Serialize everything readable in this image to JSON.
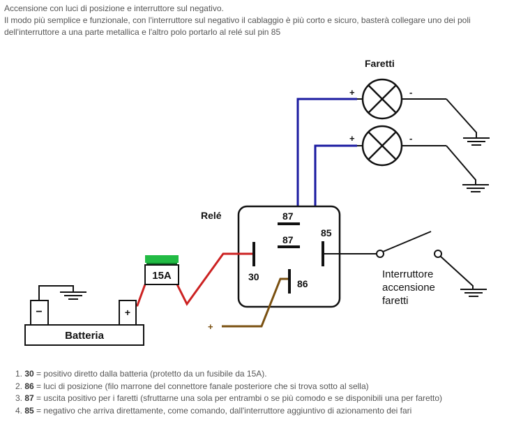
{
  "intro": {
    "line1": "Accensione con luci di posizione e interruttore sul negativo.",
    "line2": "Il modo più semplice e funzionale, con l'interruttore sul negativo il cablaggio è più corto e sicuro, basterà collegare uno dei poli dell'interruttore a una parte metallica e l'altro polo portarlo al relé sul pin 85"
  },
  "diagram": {
    "faretti_label": "Faretti",
    "lamp_plus": "+",
    "lamp_minus": "-",
    "rele_label": "Relé",
    "pin_87a": "87",
    "pin_87b": "87",
    "pin_85": "85",
    "pin_30": "30",
    "pin_86": "86",
    "fuse_label": "15A",
    "battery_label": "Batteria",
    "battery_minus": "−",
    "battery_plus": "+",
    "feed_plus": "+",
    "switch_label_1": "Interruttore",
    "switch_label_2": "accensione",
    "switch_label_3": "faretti",
    "colors": {
      "blue_wire": "#1a1aa0",
      "red_wire": "#cc2222",
      "brown_wire": "#7a5010",
      "fuse_cap": "#22bb44"
    }
  },
  "notes": [
    {
      "num": "1.",
      "pin": "30",
      "text": " = positivo diretto dalla batteria (protetto da un fusibile da 15A)."
    },
    {
      "num": "2.",
      "pin": "86",
      "text": " = luci di posizione (filo marrone del connettore fanale posteriore che si trova sotto al sella)"
    },
    {
      "num": "3.",
      "pin": "87",
      "text": " = uscita positivo per i faretti (sfruttarne una sola per entrambi o se più comodo e se disponibili una per faretto)"
    },
    {
      "num": "4.",
      "pin": "85",
      "text": " = negativo che arriva direttamente, come comando, dall'interruttore aggiuntivo di azionamento dei fari"
    }
  ]
}
